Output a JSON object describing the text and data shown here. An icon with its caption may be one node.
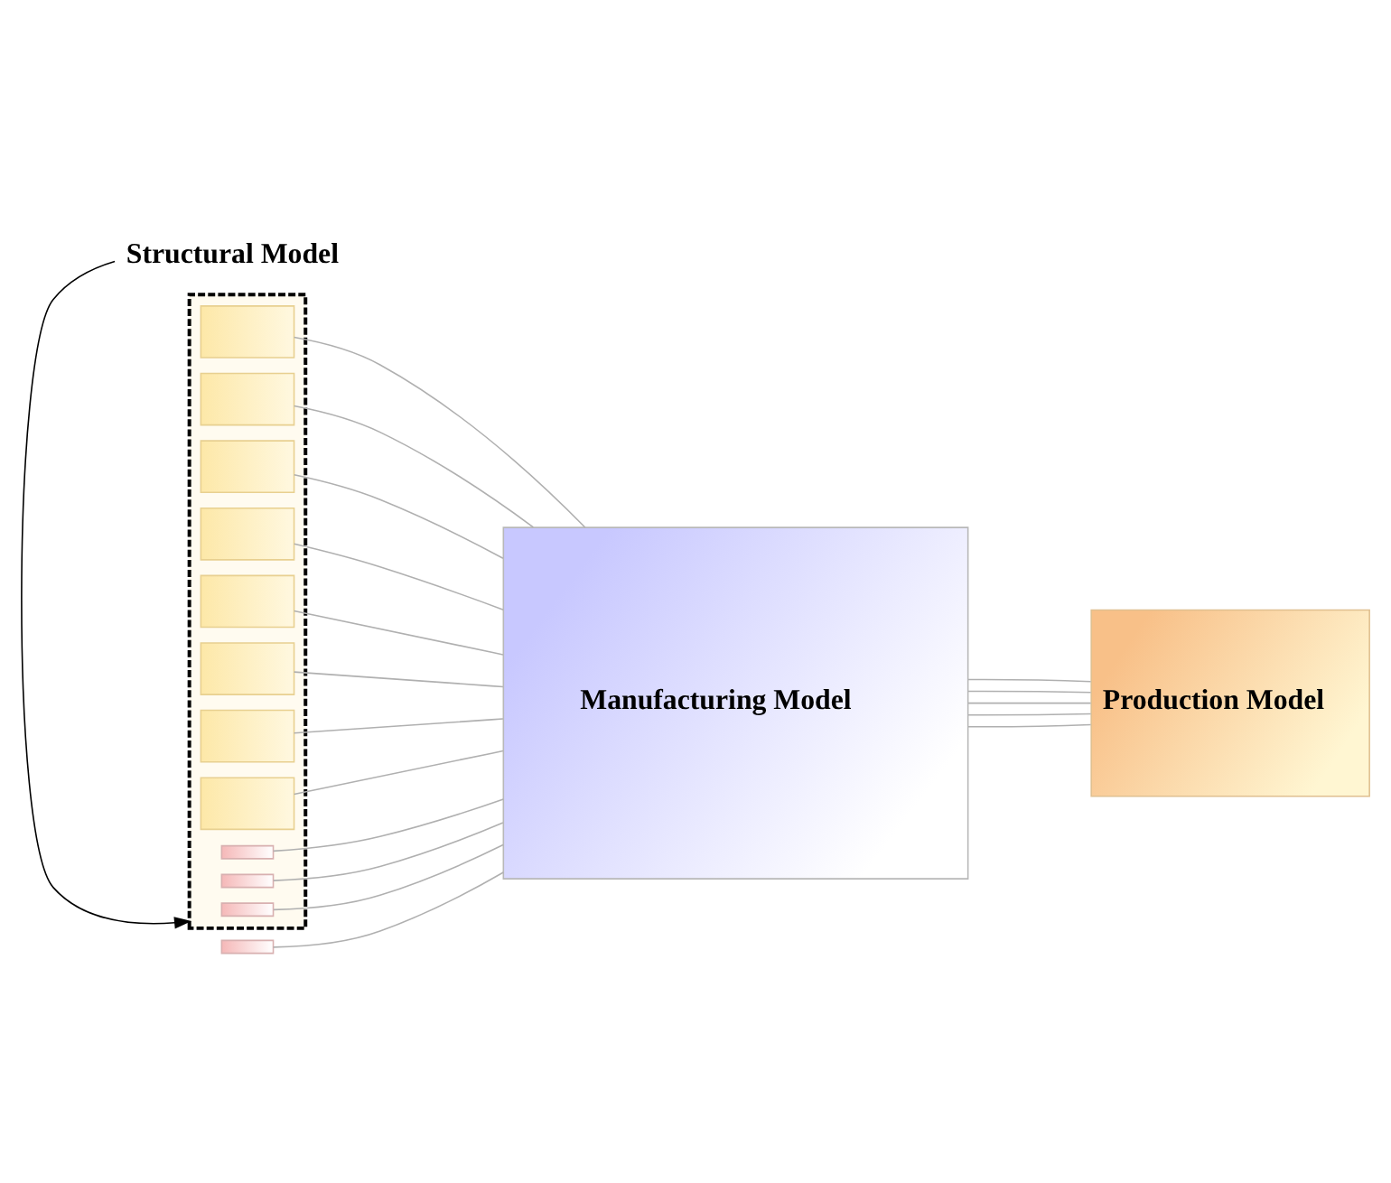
{
  "diagram": {
    "nodes": [
      {
        "text": [],
        "shape": "box"
      },
      {
        "text": [],
        "shape": "box",
        "in": 0
      },
      {
        "text": [],
        "shape": "box",
        "in": 0
      },
      {
        "text": [],
        "shape": "box",
        "in": 0
      },
      {
        "text": [],
        "shape": "box",
        "in": 0
      },
      {
        "text": [],
        "shape": "box",
        "in": 0
      },
      {
        "text": [],
        "shape": "box",
        "in": 0
      },
      {
        "text": [],
        "shape": "box",
        "in": 0
      },
      {
        "text": [],
        "shape": "box",
        "in": 0
      },
      {
        "text": [],
        "shape": "bar",
        "in": 0
      },
      {
        "text": [],
        "shape": "bar",
        "in": 0
      },
      {
        "text": [],
        "shape": "bar",
        "in": 0
      },
      {
        "text": [],
        "shape": "bar"
      },
      {
        "text": [
          "Manufacturing Model"
        ]
      },
      {
        "text": [
          "Production Model"
        ]
      },
      {
        "text": [
          "Structural Model"
        ]
      }
    ],
    "edges": [
      {
        "from": 1,
        "to": 13,
        "arrow": "none"
      },
      {
        "from": 2,
        "to": 13,
        "arrow": "none"
      },
      {
        "from": 3,
        "to": 13,
        "arrow": "none"
      },
      {
        "from": 4,
        "to": 13,
        "arrow": "none"
      },
      {
        "from": 5,
        "to": 13,
        "arrow": "none"
      },
      {
        "from": 6,
        "to": 13,
        "arrow": "none"
      },
      {
        "from": 7,
        "to": 13,
        "arrow": "none"
      },
      {
        "from": 8,
        "to": 13,
        "arrow": "none"
      },
      {
        "from": 9,
        "to": 13,
        "arrow": "none"
      },
      {
        "from": 10,
        "to": 13,
        "arrow": "none"
      },
      {
        "from": 11,
        "to": 13,
        "arrow": "none"
      },
      {
        "from": 12,
        "to": 13,
        "arrow": "none"
      },
      {
        "from": 13,
        "to": 14,
        "arrow": "none"
      },
      {
        "from": 13,
        "to": 14,
        "arrow": "none"
      },
      {
        "from": 13,
        "to": 14,
        "arrow": "none"
      },
      {
        "from": 13,
        "to": 14,
        "arrow": "none"
      },
      {
        "from": 13,
        "to": 14,
        "arrow": "none"
      },
      {
        "from": 15,
        "to": 0,
        "arrow": "to",
        "color": "#000000"
      }
    ]
  }
}
